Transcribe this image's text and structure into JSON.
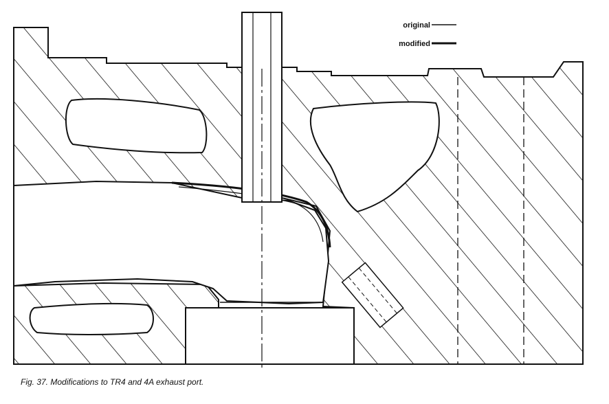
{
  "legend": {
    "original_label": "original",
    "modified_label": "modified"
  },
  "caption": "Fig. 37.   Modifications to TR4 and 4A exhaust port."
}
